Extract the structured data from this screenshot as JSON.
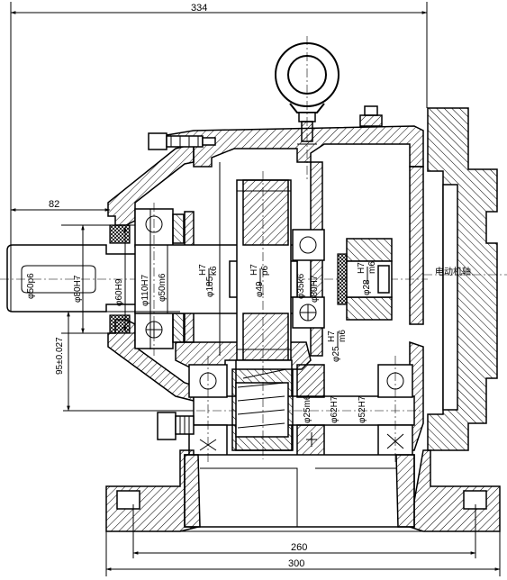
{
  "dimensions": {
    "overall_width_top": "334",
    "shaft_extension": "82",
    "center_distance": "95±0.027",
    "base_inner_width": "260",
    "base_outer_width": "300"
  },
  "diameters": {
    "d50p6": "φ50p6",
    "d80H7_left": "φ80H7",
    "d60H9": "φ60H9",
    "d110H7": "φ110H7",
    "d50m6": "φ50m6",
    "d185": "φ185",
    "d185_fit_num": "H7",
    "d185_fit_den": "k6",
    "d49": "φ49",
    "d49_fit_num": "H7",
    "d49_fit_den": "p6",
    "d35k6": "φ35k6",
    "d80H7_right": "φ80H7",
    "d28": "φ28",
    "d28_fit_num": "H7",
    "d28_fit_den": "m6",
    "d25": "φ25",
    "d25_fit_num": "H7",
    "d25_fit_den": "m6",
    "d25m6": "φ25m6",
    "d62H7": "φ62H7",
    "d52H7": "φ52H7"
  },
  "labels": {
    "motor_shaft": "电动机轴"
  }
}
